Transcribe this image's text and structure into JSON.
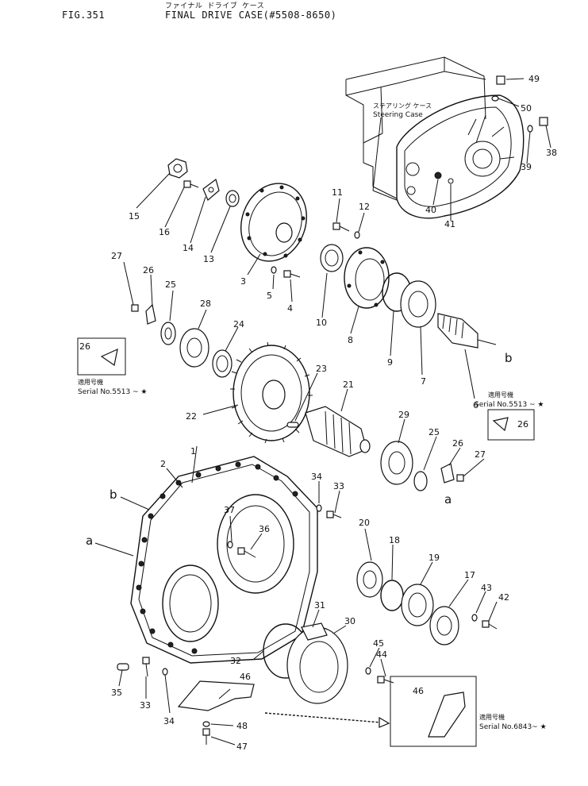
{
  "header": {
    "fig_label": "FIG.351",
    "title_jp": "ファイナル ドライブ ケース",
    "title": "FINAL DRIVE CASE(#5508-8650)"
  },
  "notes": {
    "steering_case_jp": "ステアリング ケース",
    "steering_case": "Steering Case",
    "serial_jp_1": "適用号機",
    "serial_1": "Serial No.5513 ~ ★",
    "serial_jp_2": "適用号機",
    "serial_2": "Serial No.5513 ~ ★",
    "serial_jp_3": "適用号機",
    "serial_3": "Serial No.6843~ ★"
  },
  "callouts": {
    "n1": "1",
    "n2": "2",
    "n3": "3",
    "n4": "4",
    "n5": "5",
    "n6": "6",
    "n7": "7",
    "n8": "8",
    "n9": "9",
    "n10": "10",
    "n11": "11",
    "n12": "12",
    "n13": "13",
    "n14": "14",
    "n15": "15",
    "n16": "16",
    "n17": "17",
    "n18": "18",
    "n19": "19",
    "n20": "20",
    "n21": "21",
    "n22": "22",
    "n23": "23",
    "n24": "24",
    "n25": "25",
    "n25b": "25",
    "n26": "26",
    "n26b": "26",
    "n26box1": "26",
    "n26box2": "26",
    "n27": "27",
    "n27b": "27",
    "n28": "28",
    "n29": "29",
    "n30": "30",
    "n31": "31",
    "n32": "32",
    "n33": "33",
    "n33b": "33",
    "n34": "34",
    "n34b": "34",
    "n35": "35",
    "n36": "36",
    "n37": "37",
    "n38": "38",
    "n39": "39",
    "n40": "40",
    "n41": "41",
    "n42": "42",
    "n43": "43",
    "n44": "44",
    "n45": "45",
    "n46": "46",
    "n46box": "46",
    "n47": "47",
    "n48": "48",
    "n49": "49",
    "n50": "50",
    "ref_a1": "a",
    "ref_a2": "a",
    "ref_b1": "b",
    "ref_b2": "b"
  }
}
